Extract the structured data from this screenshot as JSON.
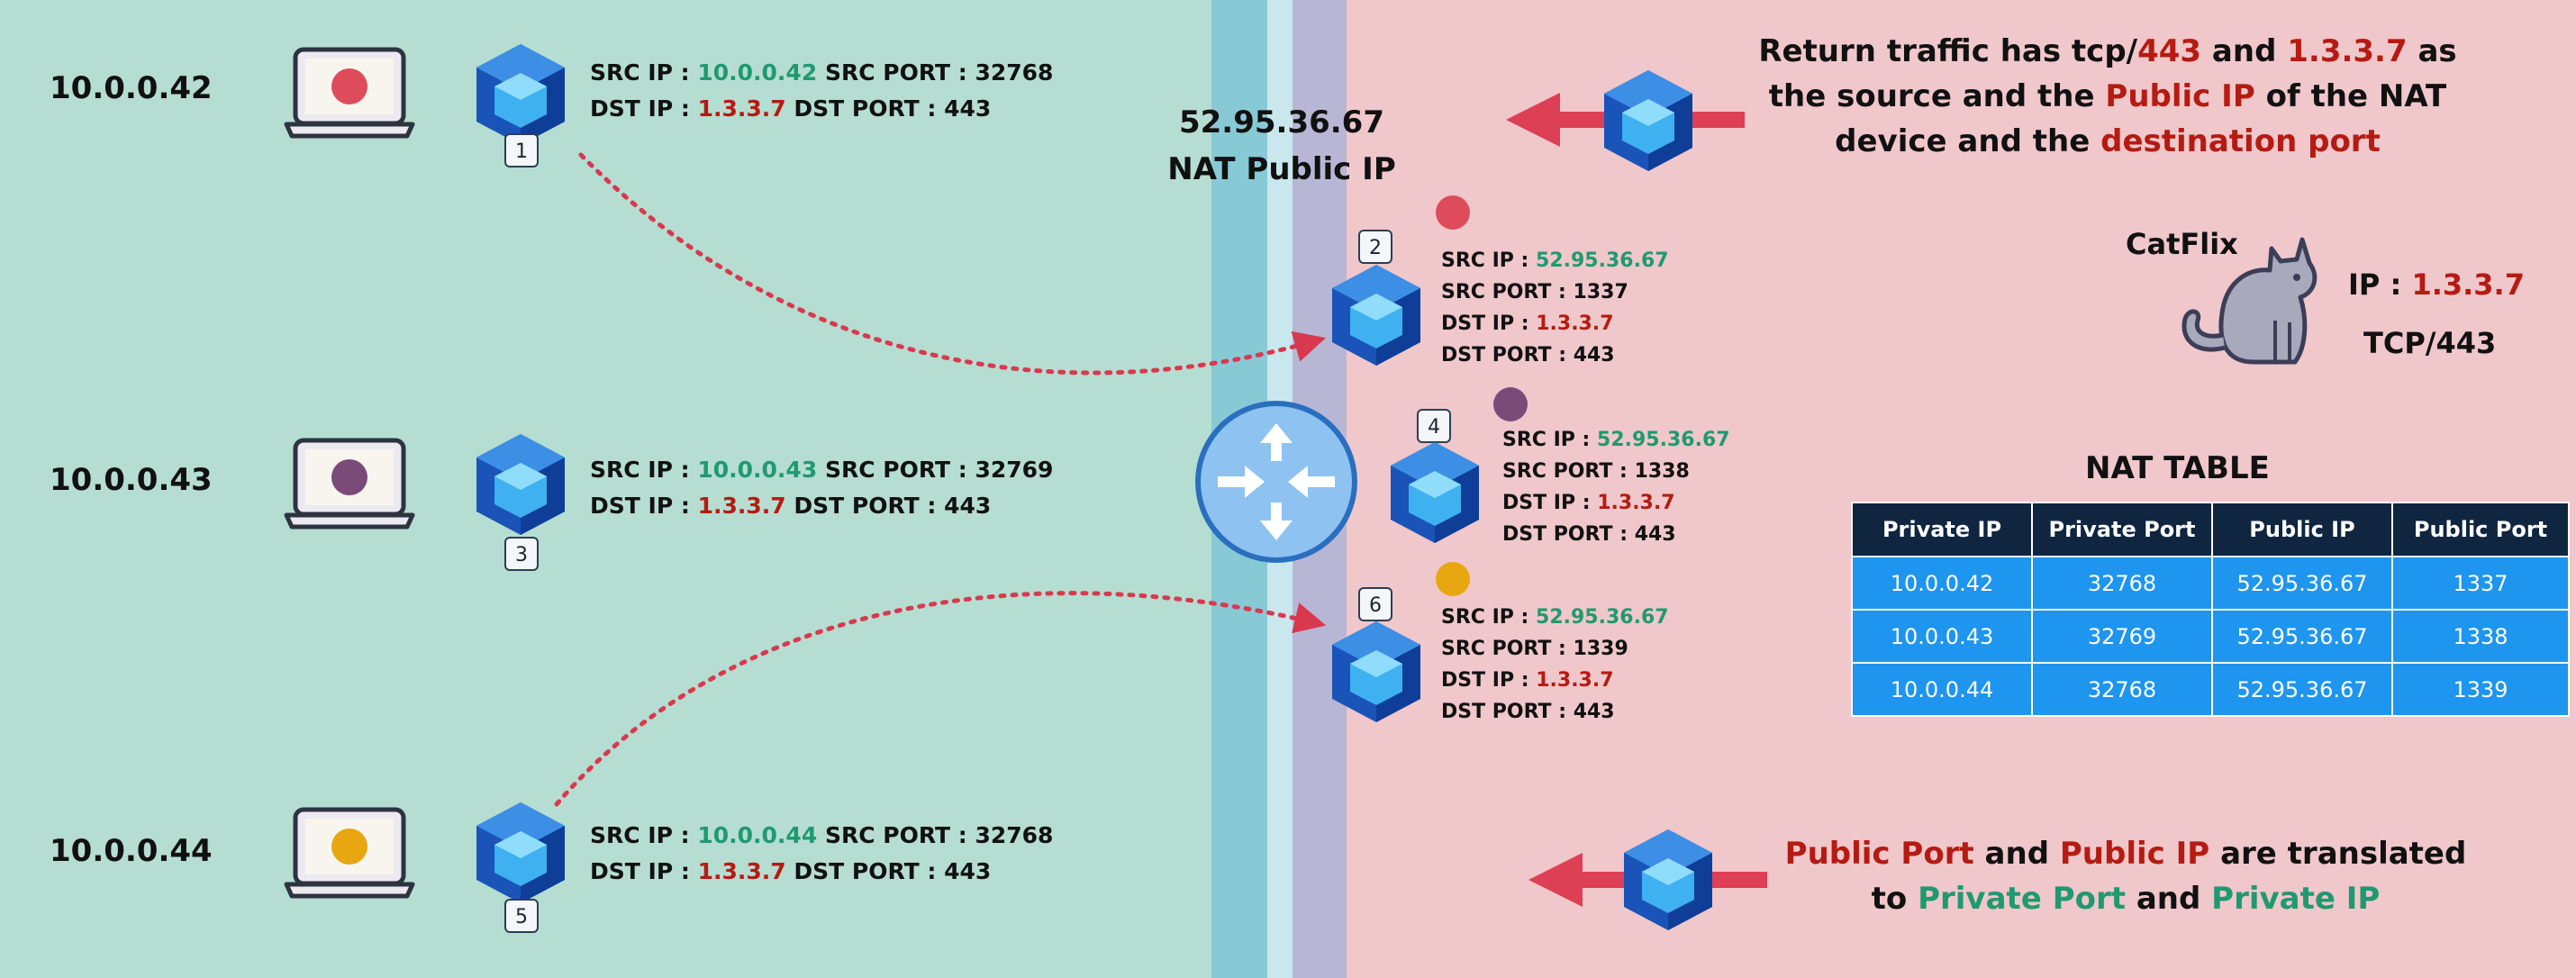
{
  "colors": {
    "private_bg": "#b6ddd1",
    "public_bg": "#f0c7cb",
    "accent_green": "#1f9a70",
    "accent_red": "#b51b12",
    "table_header": "#0f2540",
    "table_cell": "#1e95ef"
  },
  "hosts": [
    {
      "ip": "10.0.0.42",
      "dot_color": "#de4c5b",
      "badge": "1",
      "src_ip_label": "SRC IP :",
      "src_ip": "10.0.0.42",
      "src_port_label": "SRC PORT :",
      "src_port": "32768",
      "dst_ip_label": "DST IP :",
      "dst_ip": "1.3.3.7",
      "dst_port_label": "DST PORT :",
      "dst_port": "443"
    },
    {
      "ip": "10.0.0.43",
      "dot_color": "#7a4b78",
      "badge": "3",
      "src_ip_label": "SRC IP :",
      "src_ip": "10.0.0.43",
      "src_port_label": "SRC PORT :",
      "src_port": "32769",
      "dst_ip_label": "DST IP :",
      "dst_ip": "1.3.3.7",
      "dst_port_label": "DST PORT :",
      "dst_port": "443"
    },
    {
      "ip": "10.0.0.44",
      "dot_color": "#e8a611",
      "badge": "5",
      "src_ip_label": "SRC IP :",
      "src_ip": "10.0.0.44",
      "src_port_label": "SRC PORT :",
      "src_port": "32768",
      "dst_ip_label": "DST IP :",
      "dst_ip": "1.3.3.7",
      "dst_port_label": "DST PORT :",
      "dst_port": "443"
    }
  ],
  "nat": {
    "public_ip": "52.95.36.67",
    "label": "NAT Public IP"
  },
  "translated": [
    {
      "badge": "2",
      "dot_color": "#de4c5b",
      "src_ip_label": "SRC IP :",
      "src_ip": "52.95.36.67",
      "src_port_label": "SRC PORT :",
      "src_port": "1337",
      "dst_ip_label": "DST IP :",
      "dst_ip": "1.3.3.7",
      "dst_port_label": "DST PORT :",
      "dst_port": "443"
    },
    {
      "badge": "4",
      "dot_color": "#7a4b78",
      "src_ip_label": "SRC IP :",
      "src_ip": "52.95.36.67",
      "src_port_label": "SRC PORT :",
      "src_port": "1338",
      "dst_ip_label": "DST IP :",
      "dst_ip": "1.3.3.7",
      "dst_port_label": "DST PORT :",
      "dst_port": "443"
    },
    {
      "badge": "6",
      "dot_color": "#e8a611",
      "src_ip_label": "SRC IP :",
      "src_ip": "52.95.36.67",
      "src_port_label": "SRC PORT :",
      "src_port": "1339",
      "dst_ip_label": "DST IP :",
      "dst_ip": "1.3.3.7",
      "dst_port_label": "DST PORT :",
      "dst_port": "443"
    }
  ],
  "return_note": {
    "l1a": "Return traffic has tcp/",
    "l1b": "443",
    "l1c": " and ",
    "l1d": "1.3.3.7",
    "l1e": " as",
    "l2a": "the source and the ",
    "l2b": "Public IP",
    "l2c": " of the NAT",
    "l3a": "device and the ",
    "l3b": "destination port"
  },
  "server": {
    "name": "CatFlix",
    "ip_label": "IP : ",
    "ip": "1.3.3.7",
    "port": "TCP/443"
  },
  "nat_table": {
    "title": "NAT TABLE",
    "headers": [
      "Private IP",
      "Private Port",
      "Public IP",
      "Public Port"
    ],
    "rows": [
      [
        "10.0.0.42",
        "32768",
        "52.95.36.67",
        "1337"
      ],
      [
        "10.0.0.43",
        "32769",
        "52.95.36.67",
        "1338"
      ],
      [
        "10.0.0.44",
        "32768",
        "52.95.36.67",
        "1339"
      ]
    ]
  },
  "bottom_note": {
    "l1a": "Public Port",
    "l1b": " and ",
    "l1c": "Public IP",
    "l1d": " are translated",
    "l2a": "to ",
    "l2b": "Private Port",
    "l2c": " and ",
    "l2d": "Private IP"
  },
  "icons": {
    "laptop": "laptop-icon",
    "packet": "packet-cube-icon",
    "router": "router-icon",
    "cat": "cat-icon",
    "arrow": "arrow-left-icon"
  }
}
